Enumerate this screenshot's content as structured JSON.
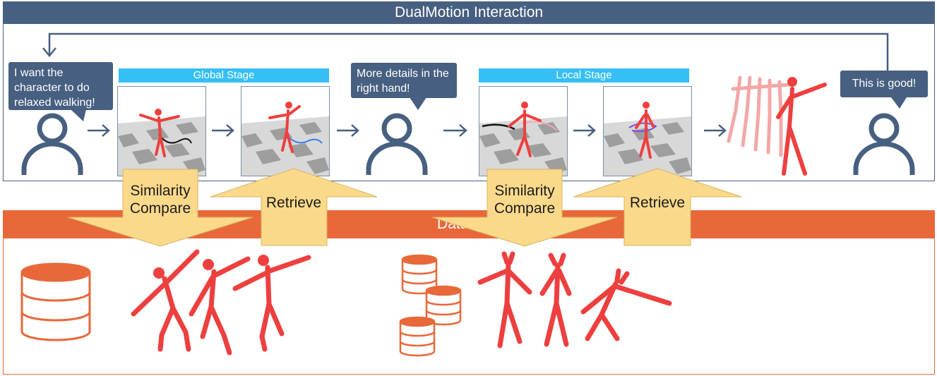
{
  "title": "DualMotion Interaction",
  "database_label": "Database",
  "bubbles": {
    "start": "I want the character to do relaxed walking!",
    "middle": "More details in the right hand!",
    "end": "This is good!"
  },
  "stages": {
    "global": "Global Stage",
    "local": "Local Stage"
  },
  "arrows": {
    "compare_1": "Similarity Compare",
    "retrieve_1": "Retrieve",
    "compare_2": "Similarity Compare",
    "retrieve_2": "Retrieve"
  },
  "colors": {
    "top_band": "#475f80",
    "database_band": "#e8683a",
    "stage_bar": "#35bff5",
    "big_arrow": "#fbd98a",
    "skeleton": "#ee3f3f"
  }
}
